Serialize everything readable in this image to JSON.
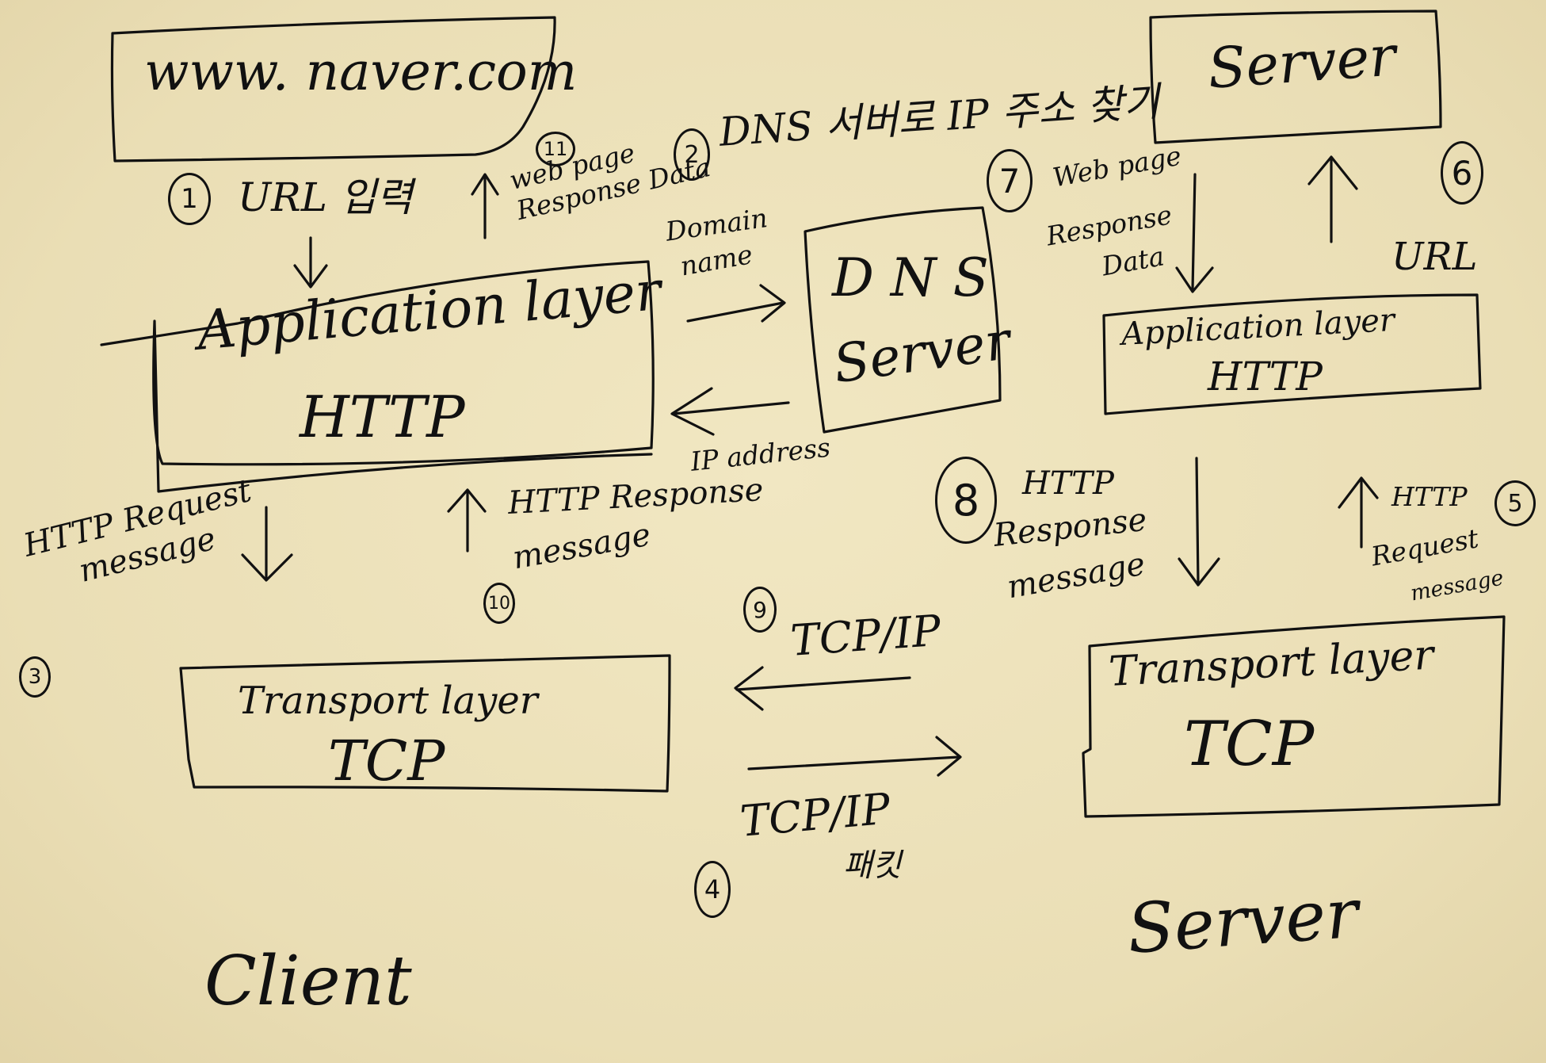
{
  "client": {
    "browser_url": "www. naver.com",
    "step1": {
      "num": "1",
      "label": "URL 입력"
    },
    "step11": {
      "num": "11",
      "label_line1": "web page",
      "label_line2": "Response Data"
    },
    "app_layer": {
      "line1": "Application layer",
      "line2": "HTTP"
    },
    "step3": {
      "num": "3",
      "label_line1": "HTTP Request",
      "label_line2": "message"
    },
    "step10": {
      "num": "10",
      "label_line1": "HTTP Response",
      "label_line2": "message"
    },
    "transport_layer": {
      "line1": "Transport layer",
      "line2": "TCP"
    },
    "side_label": "Client"
  },
  "dns": {
    "step2": {
      "num": "2",
      "label": "DNS 서버로 IP 주소 찾기"
    },
    "box_line1": "D N S",
    "box_line2": "Server",
    "domain_name_line1": "Domain",
    "domain_name_line2": "name",
    "ip_address": "IP address"
  },
  "network": {
    "step9": {
      "num": "9",
      "label": "TCP/IP"
    },
    "step4": {
      "num": "4",
      "label_line1": "TCP/IP",
      "label_line2": "패킷"
    }
  },
  "server": {
    "top_box": "Server",
    "step7": {
      "num": "7",
      "label_line1": "Web page",
      "label_line2": "Response",
      "label_line3": "Data"
    },
    "step6": {
      "num": "6",
      "label": "URL"
    },
    "app_layer": {
      "line1": "Application layer",
      "line2": "HTTP"
    },
    "step8": {
      "num": "8",
      "label_line1": "HTTP",
      "label_line2": "Response",
      "label_line3": "message"
    },
    "step5": {
      "num": "5",
      "label_line1": "HTTP",
      "label_line2": "Request",
      "label_line3": "message"
    },
    "transport_layer": {
      "line1": "Transport layer",
      "line2": "TCP"
    },
    "side_label": "Server"
  }
}
